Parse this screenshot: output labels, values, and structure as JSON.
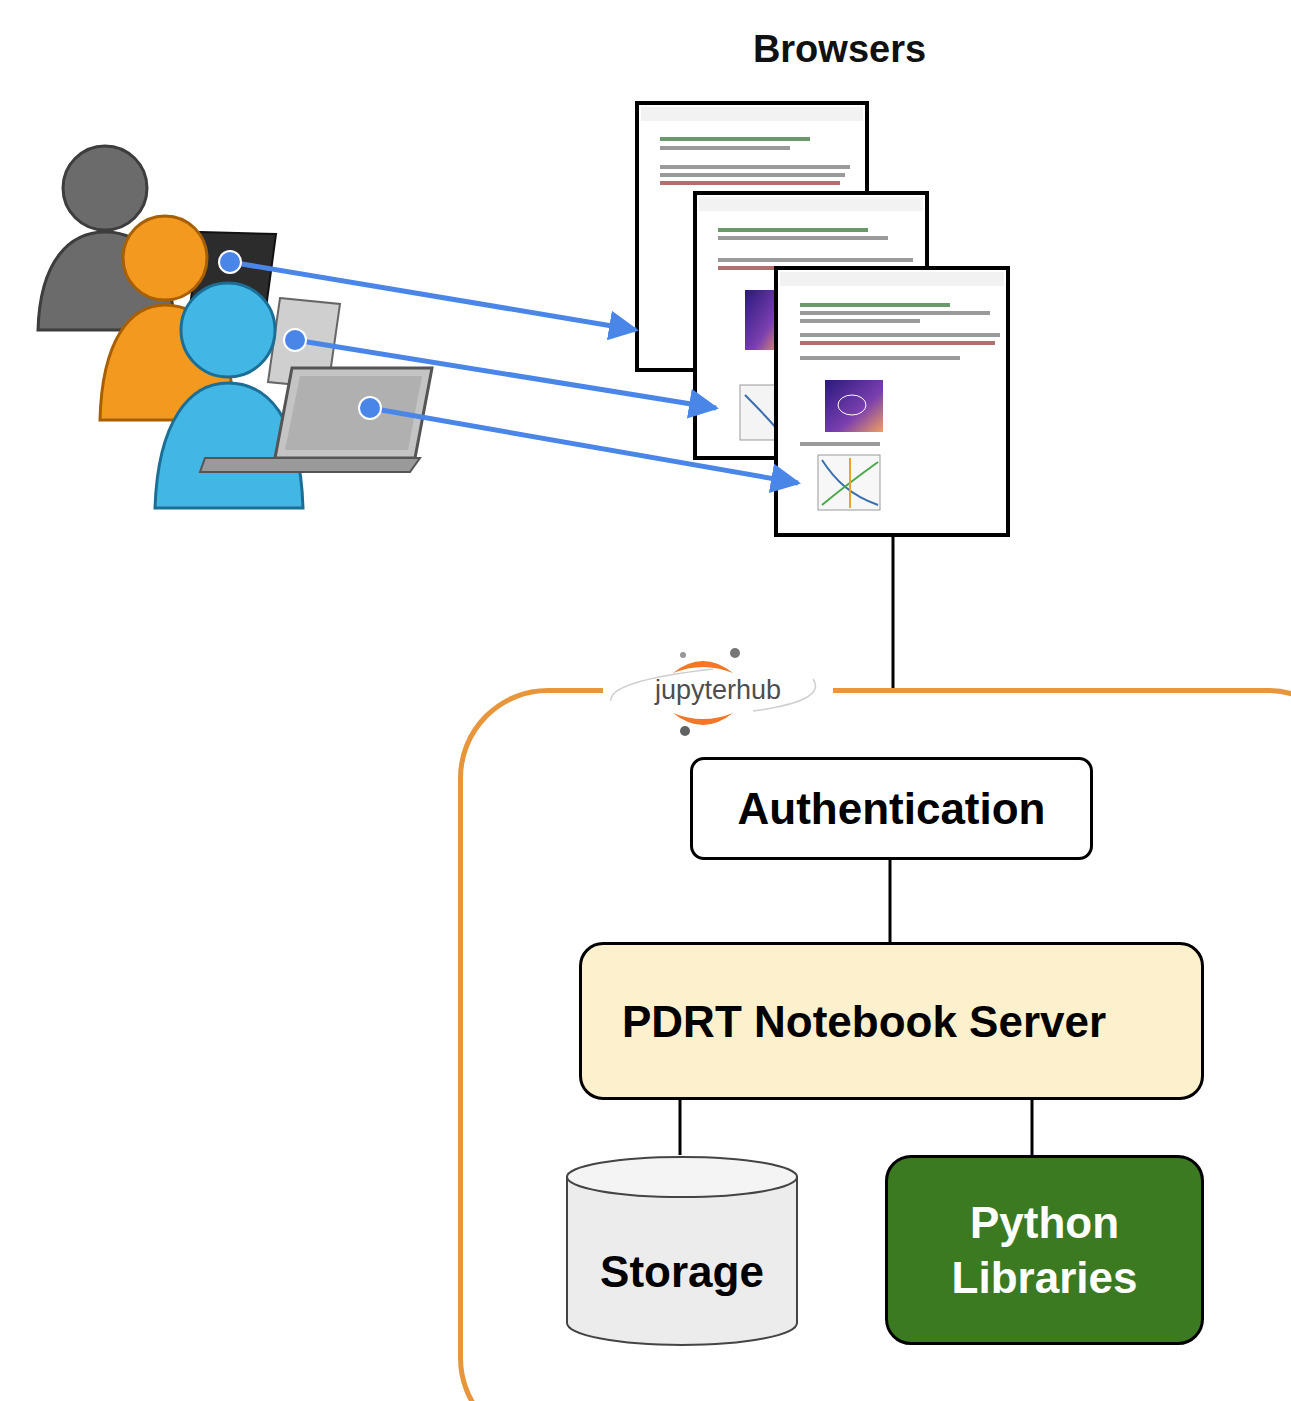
{
  "diagram": {
    "nodes": [
      {
        "text": [
          "Browsers"
        ]
      },
      {
        "text": [
          "jupyterhub"
        ]
      },
      {
        "text": [
          "Authentication"
        ],
        "in": 1
      },
      {
        "text": [
          "PDRT Notebook Server"
        ],
        "in": 1
      },
      {
        "text": [
          "Storage"
        ],
        "in": 1
      },
      {
        "text": [
          "Python Libraries"
        ],
        "in": 1
      }
    ],
    "edges": [
      {
        "from": 0,
        "to": 1,
        "arrow": "none"
      },
      {
        "from": 2,
        "to": 3,
        "arrow": "none"
      },
      {
        "from": 3,
        "to": 4,
        "arrow": "none"
      },
      {
        "from": 3,
        "to": 5,
        "arrow": "none"
      }
    ]
  }
}
